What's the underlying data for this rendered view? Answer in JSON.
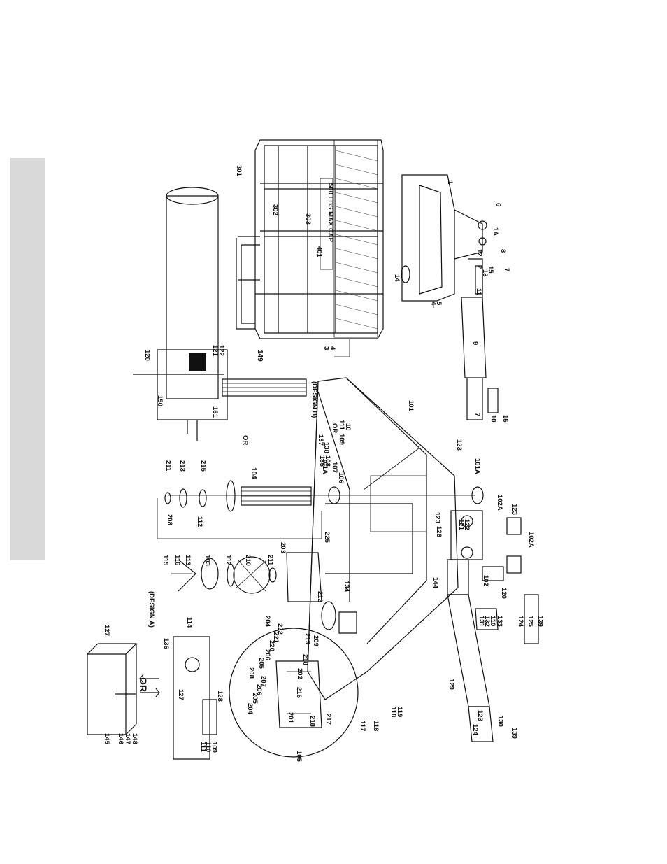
{
  "callouts": {
    "c301": "301",
    "c302": "302",
    "c303": "303",
    "c401": "401",
    "c1": "1",
    "c1a": "1A",
    "c6": "6",
    "c12": "12",
    "c2": "2",
    "c13": "13",
    "c15a": "15",
    "c8": "8",
    "c7a": "7",
    "c11": "11",
    "c14": "14",
    "c4a": "4",
    "c5": "5",
    "c3": "3",
    "c4b": "4",
    "c9": "9",
    "c7b": "7",
    "c10a": "10",
    "c15b": "15",
    "c120a": "120",
    "c121a": "121",
    "c122a": "122",
    "c150": "150",
    "c151": "151",
    "c149": "149",
    "c101": "101",
    "c123a": "123",
    "c101a1": "101A",
    "c101a2": "101A",
    "c102a1": "102A",
    "c102a2": "102A",
    "c123b": "123",
    "c123c": "123",
    "c122b": "122",
    "c121b": "121",
    "c126": "126",
    "c102": "102",
    "c120b": "120",
    "c144": "144",
    "c137": "137",
    "c138": "138",
    "c111a": "111",
    "c10b": "10",
    "c109a": "109",
    "c135": "135",
    "c108": "108",
    "c107": "107",
    "c106": "106",
    "c211a": "211",
    "c213": "213",
    "c215": "215",
    "c104": "104",
    "c208a": "208",
    "c112a": "112",
    "c115": "115",
    "c116": "116",
    "c113": "113",
    "c103": "103",
    "c112b": "112",
    "c210": "210",
    "c211b": "211",
    "c203": "203",
    "c225": "225",
    "c212": "212",
    "c114": "114",
    "c134": "134",
    "c127a": "127",
    "c136": "136",
    "c127b": "127",
    "c128": "128",
    "c111b": "111",
    "c110": "110",
    "c109b": "109",
    "c145": "145",
    "c146": "146",
    "c147": "147",
    "c148": "148",
    "c105": "105",
    "c201": "201",
    "c216": "216",
    "c202": "202",
    "c218a": "218",
    "c219": "219",
    "c209": "209",
    "c218b": "218",
    "c217": "217",
    "c204a": "204",
    "c205a": "205",
    "c206a": "206",
    "c207": "207",
    "c208b": "208",
    "c205b": "205",
    "c206b": "206",
    "c220": "220",
    "c221": "221",
    "c222": "222",
    "c204b": "204",
    "c117": "117",
    "c118a": "118",
    "c118b": "118",
    "c119": "119",
    "c129": "129",
    "c123d": "123",
    "c124a": "124",
    "c130": "130",
    "c139a": "139",
    "c131": "131",
    "c132": "132",
    "c110b": "110",
    "c133": "133",
    "c124b": "124",
    "c125": "125",
    "c139b": "139"
  },
  "labels": {
    "design_a": "(DESIGN A)",
    "design_b": "(DESIGN B)",
    "or_top": "OR",
    "or_mid": "OR",
    "or_small": "OR",
    "cab_sticker": "500 LBS MAX CAP"
  }
}
